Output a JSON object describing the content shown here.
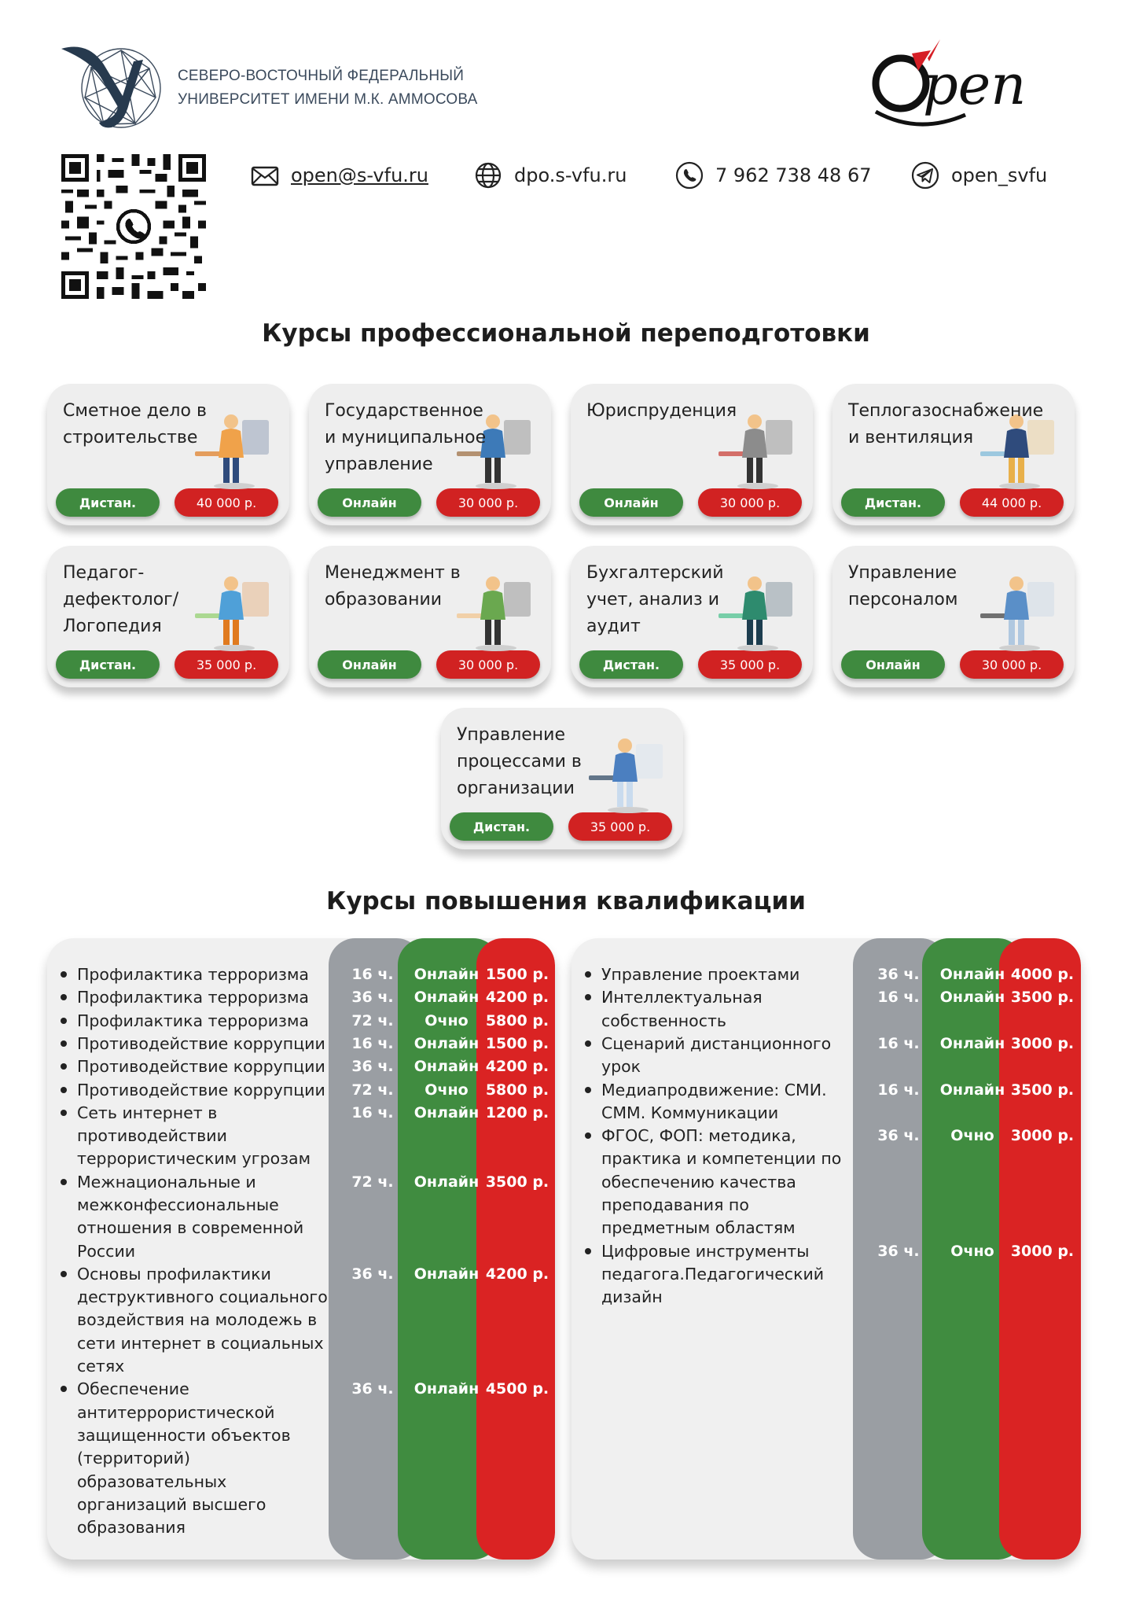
{
  "header": {
    "university_line1": "СЕВЕРО-ВОСТОЧНЫЙ ФЕДЕРАЛЬНЫЙ",
    "university_line2": "УНИВЕРСИТЕТ ИМЕНИ М.К. АММОСОВА",
    "brand_logo": "Open",
    "contacts": {
      "email": "open@s-vfu.ru",
      "website": "dpo.s-vfu.ru",
      "phone": "7 962 738 48 67",
      "telegram": "open_svfu"
    },
    "icons": [
      "mail-icon",
      "globe-icon",
      "phone-icon",
      "telegram-icon",
      "qr-code-image"
    ]
  },
  "retraining": {
    "title": "Курсы профессиональной переподготовки",
    "courses": [
      {
        "title": "Сметное дело в строительстве",
        "mode": "Дистан.",
        "price": "40 000 р."
      },
      {
        "title": "Государственное и муниципальное управление",
        "mode": "Онлайн",
        "price": "30 000 р."
      },
      {
        "title": "Юриспруденция",
        "mode": "Онлайн",
        "price": "30 000 р."
      },
      {
        "title": "Теплогазоснабжение и вентиляция",
        "mode": "Дистан.",
        "price": "44 000 р."
      },
      {
        "title": "Педагог-дефектолог/ Логопедия",
        "mode": "Дистан.",
        "price": "35 000 р."
      },
      {
        "title": "Менеджмент в образовании",
        "mode": "Онлайн",
        "price": "30 000 р."
      },
      {
        "title": "Бухгалтерский учет, анализ и аудит",
        "mode": "Дистан.",
        "price": "35 000 р."
      },
      {
        "title": "Управление персоналом",
        "mode": "Онлайн",
        "price": "30 000 р."
      },
      {
        "title": "Управление процессами в организации",
        "mode": "Дистан.",
        "price": "35 000 р."
      }
    ]
  },
  "qualification": {
    "title": "Курсы повышения квалификации",
    "left": [
      {
        "name": "Профилактика терроризма",
        "hours": "16 ч.",
        "mode": "Онлайн",
        "price": "1500 р."
      },
      {
        "name": "Профилактика терроризма",
        "hours": "36 ч.",
        "mode": "Онлайн",
        "price": "4200 р."
      },
      {
        "name": "Профилактика терроризма",
        "hours": "72 ч.",
        "mode": "Очно",
        "price": "5800 р."
      },
      {
        "name": "Противодействие коррупции",
        "hours": "16 ч.",
        "mode": "Онлайн",
        "price": "1500 р."
      },
      {
        "name": "Противодействие коррупции",
        "hours": "36 ч.",
        "mode": "Онлайн",
        "price": "4200 р."
      },
      {
        "name": "Противодействие коррупции",
        "hours": "72 ч.",
        "mode": "Очно",
        "price": "5800 р."
      },
      {
        "name": "Сеть интернет в противодействии террористическим угрозам",
        "hours": "16 ч.",
        "mode": "Онлайн",
        "price": "1200 р."
      },
      {
        "name": "Межнациональные и межконфессиональные отношения в современной России",
        "hours": "72 ч.",
        "mode": "Онлайн",
        "price": "3500 р."
      },
      {
        "name": "Основы профилактики деструктивного социального воздействия на молодежь в сети интернет в социальных сетях",
        "hours": "36 ч.",
        "mode": "Онлайн",
        "price": "4200 р."
      },
      {
        "name": "Обеспечение антитеррористической защищенности объектов (территорий) образовательных организаций высшего образования",
        "hours": "36 ч.",
        "mode": "Онлайн",
        "price": "4500 р."
      }
    ],
    "right": [
      {
        "name": "Управление проектами",
        "hours": "36 ч.",
        "mode": "Онлайн",
        "price": "4000 р."
      },
      {
        "name": "Интеллектуальная собственность",
        "hours": "16 ч.",
        "mode": "Онлайн",
        "price": "3500 р."
      },
      {
        "name": "Сценарий дистанционного урок",
        "hours": "16 ч.",
        "mode": "Онлайн",
        "price": "3000 р."
      },
      {
        "name": "Медиапродвижение: СМИ. СММ. Коммуникации",
        "hours": "16 ч.",
        "mode": "Онлайн",
        "price": "3500 р."
      },
      {
        "name": "ФГОС, ФОП: методика, практика и компетенции по обеспечению качества преподавания по предметным областям",
        "hours": "36 ч.",
        "mode": "Очно",
        "price": "3000 р."
      },
      {
        "name": "Цифровые инструменты педагога.Педагогический дизайн",
        "hours": "36 ч.",
        "mode": "Очно",
        "price": "3000 р."
      }
    ]
  },
  "colors": {
    "green": "#408c40",
    "red": "#da2323",
    "gray": "#9a9ea3",
    "card_bg": "#eeeeee"
  }
}
